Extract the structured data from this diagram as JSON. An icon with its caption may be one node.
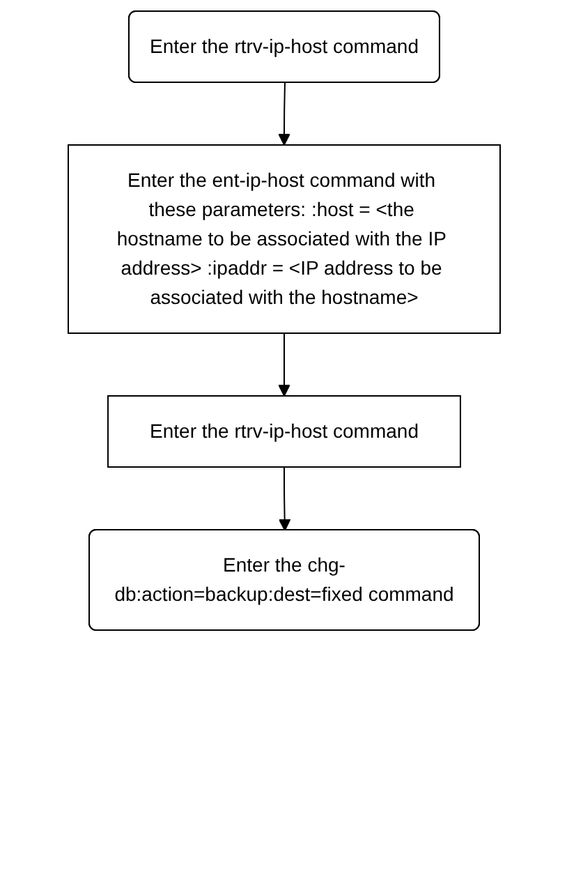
{
  "diagram": {
    "nodes": [
      {
        "text": [
          "Enter the rtrv-ip-host command"
        ]
      },
      {
        "text": [
          "Enter the ent-ip-host command with these parameters: :host = <the hostname to be associated with the IP address> :ipaddr = <IP address to be associated with the hostname>"
        ]
      },
      {
        "text": [
          "Enter the rtrv-ip-host command"
        ]
      },
      {
        "text": [
          "Enter the chg-db:action=backup:dest=fixed command"
        ]
      }
    ],
    "edges": [
      {
        "from": 0,
        "to": 1,
        "arrow": "to"
      },
      {
        "from": 1,
        "to": 2,
        "arrow": "to"
      },
      {
        "from": 2,
        "to": 3,
        "arrow": "to"
      }
    ]
  }
}
